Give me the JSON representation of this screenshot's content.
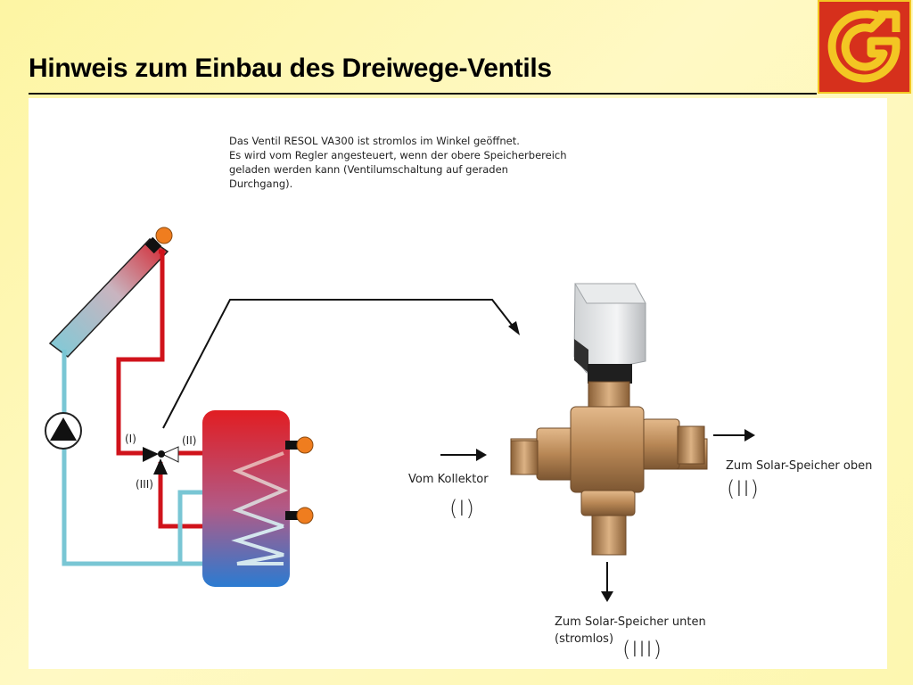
{
  "title": "Hinweis zum Einbau des Dreiwege-Ventils",
  "note_lines": [
    "Das Ventil RESOL VA300 ist stromlos im Winkel geöffnet.",
    "Es wird vom Regler angesteuert, wenn der obere Speicherbereich",
    "geladen werden kann (Ventilumschaltung auf geraden",
    "Durchgang)."
  ],
  "schematic": {
    "port_labels": [
      "(I)",
      "(II)",
      "(III)"
    ]
  },
  "valve_labels": {
    "inlet": "Vom Kollektor",
    "inlet_numeral": "(I)",
    "outlet_top": "Zum Solar-Speicher oben",
    "outlet_top_numeral": "(II)",
    "outlet_bottom_line1": "Zum Solar-Speicher unten",
    "outlet_bottom_line2": "(stromlos)",
    "outlet_bottom_numeral": "(III)"
  },
  "colors": {
    "hot_pipe": "#d0131b",
    "cold_pipe": "#79c6d4",
    "logo_bg": "#d6301c",
    "logo_fg": "#f3c623",
    "sensor": "#ef7d1f"
  },
  "icons": [
    "logo-icon",
    "pump-icon",
    "three-way-valve-icon",
    "sensor-icon",
    "arrow-icon"
  ]
}
